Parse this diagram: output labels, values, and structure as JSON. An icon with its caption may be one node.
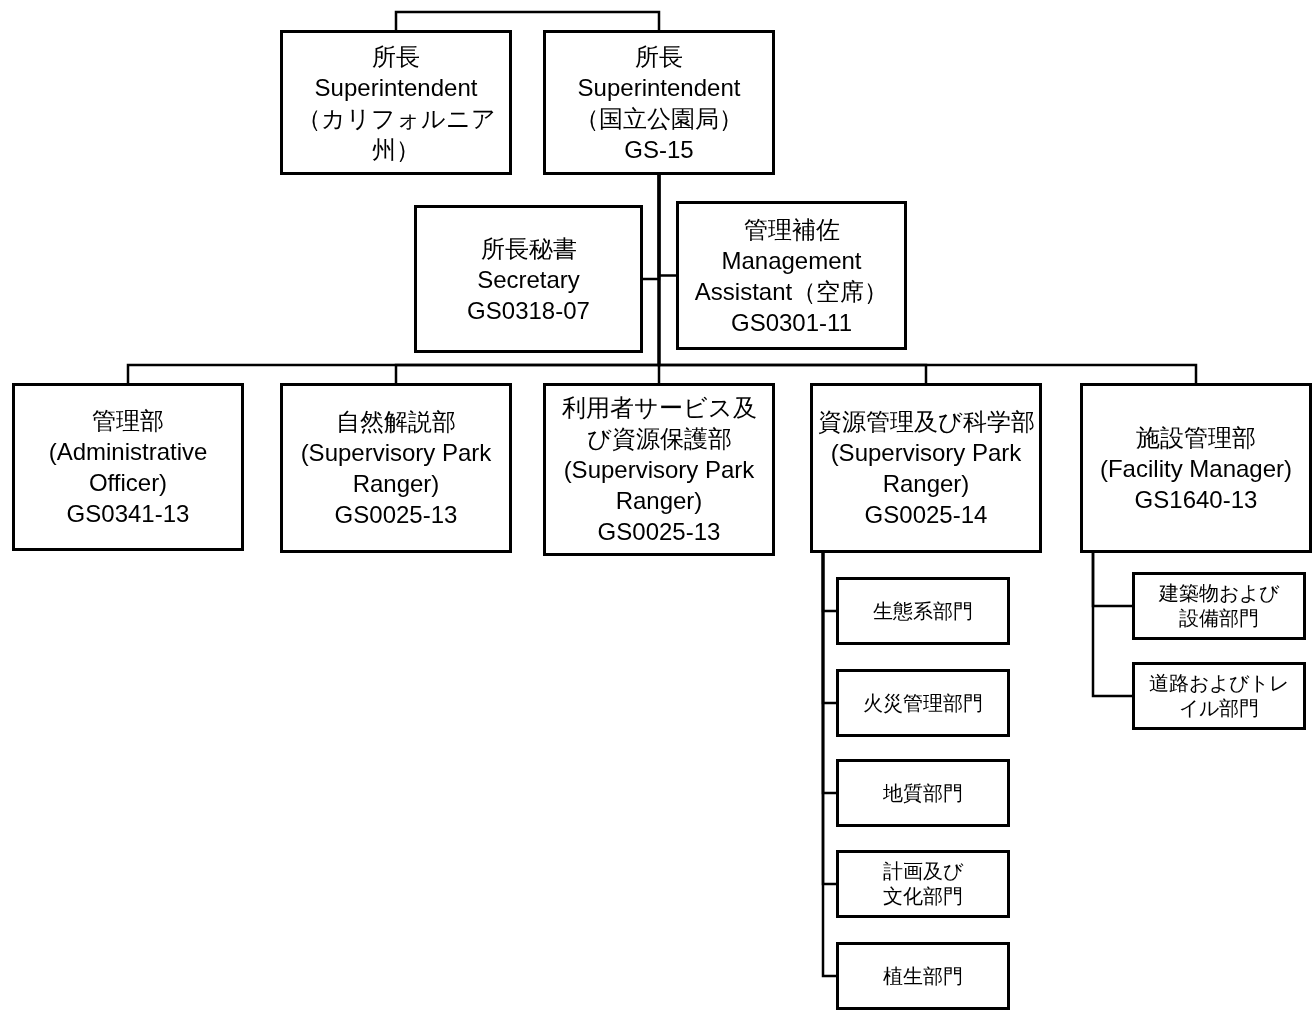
{
  "diagram": {
    "nodes": [
      {
        "text": [
          "所長",
          "Superintendent",
          "（カリフォルニア州）"
        ]
      },
      {
        "text": [
          "所長",
          "Superintendent",
          "（国立公園局）",
          "GS-15"
        ]
      },
      {
        "text": [
          "所長秘書",
          "Secretary",
          "GS0318-07"
        ]
      },
      {
        "text": [
          "管理補佐",
          "Management Assistant（空席）",
          "GS0301-11"
        ]
      },
      {
        "text": [
          "管理部",
          "(Administrative Officer)",
          "GS0341-13"
        ]
      },
      {
        "text": [
          "自然解説部",
          "(Supervisory Park Ranger)",
          "GS0025-13"
        ]
      },
      {
        "text": [
          "利用者サービス及び資源保護部",
          "(Supervisory Park Ranger)",
          "GS0025-13"
        ]
      },
      {
        "text": [
          "資源管理及び科学部",
          "(Supervisory Park Ranger)",
          "GS0025-14"
        ]
      },
      {
        "text": [
          "施設管理部",
          "(Facility Manager)",
          "GS1640-13"
        ]
      },
      {
        "text": [
          "生態系部門"
        ]
      },
      {
        "text": [
          "火災管理部門"
        ]
      },
      {
        "text": [
          "地質部門"
        ]
      },
      {
        "text": [
          "計画及び文化部門"
        ]
      },
      {
        "text": [
          "植生部門"
        ]
      },
      {
        "text": [
          "建築物および設備部門"
        ]
      },
      {
        "text": [
          "道路およびトレイル部門"
        ]
      }
    ],
    "edges": [
      {
        "from": 0,
        "to": 1,
        "arrow": "none"
      },
      {
        "from": 1,
        "to": 2,
        "arrow": "none"
      },
      {
        "from": 1,
        "to": 3,
        "arrow": "none"
      },
      {
        "from": 1,
        "to": 4,
        "arrow": "none"
      },
      {
        "from": 1,
        "to": 5,
        "arrow": "none"
      },
      {
        "from": 1,
        "to": 6,
        "arrow": "none"
      },
      {
        "from": 1,
        "to": 7,
        "arrow": "none"
      },
      {
        "from": 1,
        "to": 8,
        "arrow": "none"
      },
      {
        "from": 7,
        "to": 9,
        "arrow": "none"
      },
      {
        "from": 7,
        "to": 10,
        "arrow": "none"
      },
      {
        "from": 7,
        "to": 11,
        "arrow": "none"
      },
      {
        "from": 7,
        "to": 12,
        "arrow": "none"
      },
      {
        "from": 7,
        "to": 13,
        "arrow": "none"
      },
      {
        "from": 8,
        "to": 14,
        "arrow": "none"
      },
      {
        "from": 8,
        "to": 15,
        "arrow": "none"
      }
    ]
  }
}
